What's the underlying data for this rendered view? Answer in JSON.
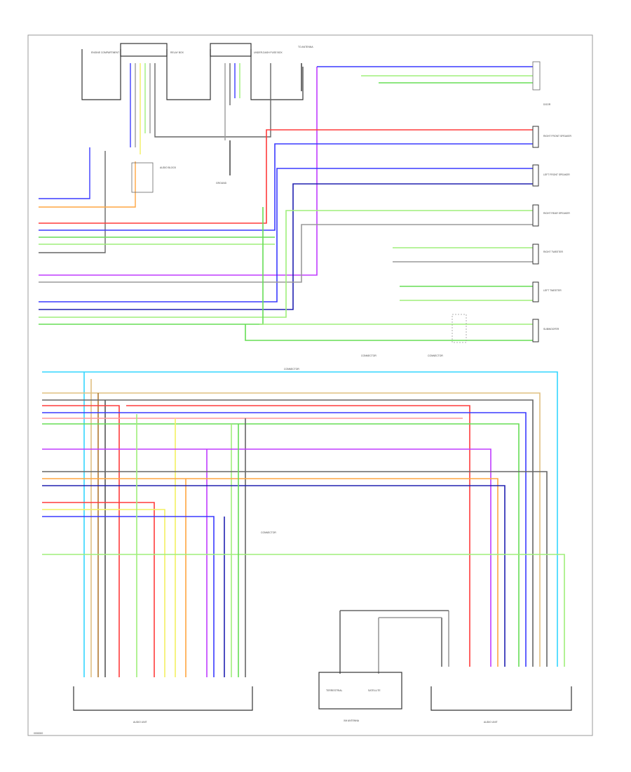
{
  "colors": {
    "red": "#ff3b3b",
    "blue": "#3a3aff",
    "darkblue": "#2020b0",
    "green": "#66dd55",
    "lightgreen": "#9fef7a",
    "orange": "#ffa540",
    "yellow": "#f3f060",
    "gray": "#9a9a9a",
    "darkgray": "#555555",
    "brown": "#b07830",
    "pink": "#ff66cc",
    "violet": "#c03bff",
    "cyan": "#33d6ff",
    "tan": "#e0c080"
  },
  "labels": {
    "top_module_1": "ENGINE COMPARTMENT",
    "top_module_2": "RELAY BOX",
    "top_module_3": "UNDER-DASH FUSE BOX",
    "antenna_note": "TO ANTENNA",
    "resistor_note": "AUDIO BLOCK",
    "ground_note": "GROUND",
    "connector_note": "CONNECTOR",
    "right_door": "DOOR",
    "right_spk_1": "RIGHT FRONT SPEAKER",
    "right_spk_2": "LEFT FRONT SPEAKER",
    "right_spk_3": "RIGHT REAR SPEAKER",
    "right_tweeter": "RIGHT TWEETER",
    "left_tweeter": "LEFT TWEETER",
    "subwoofer": "SUBWOOFER",
    "center_conn_1": "CONNECTOR",
    "center_conn_2": "CONNECTOR",
    "mid_conn": "CONNECTOR",
    "bottom_left_unit": "AUDIO UNIT",
    "bottom_center_unit": "XM ANTENNA",
    "bottom_right_unit": "AUDIO UNIT",
    "terrestrial": "TERRESTRIAL",
    "satellite": "SATELLITE",
    "footer_code": "0000000"
  }
}
